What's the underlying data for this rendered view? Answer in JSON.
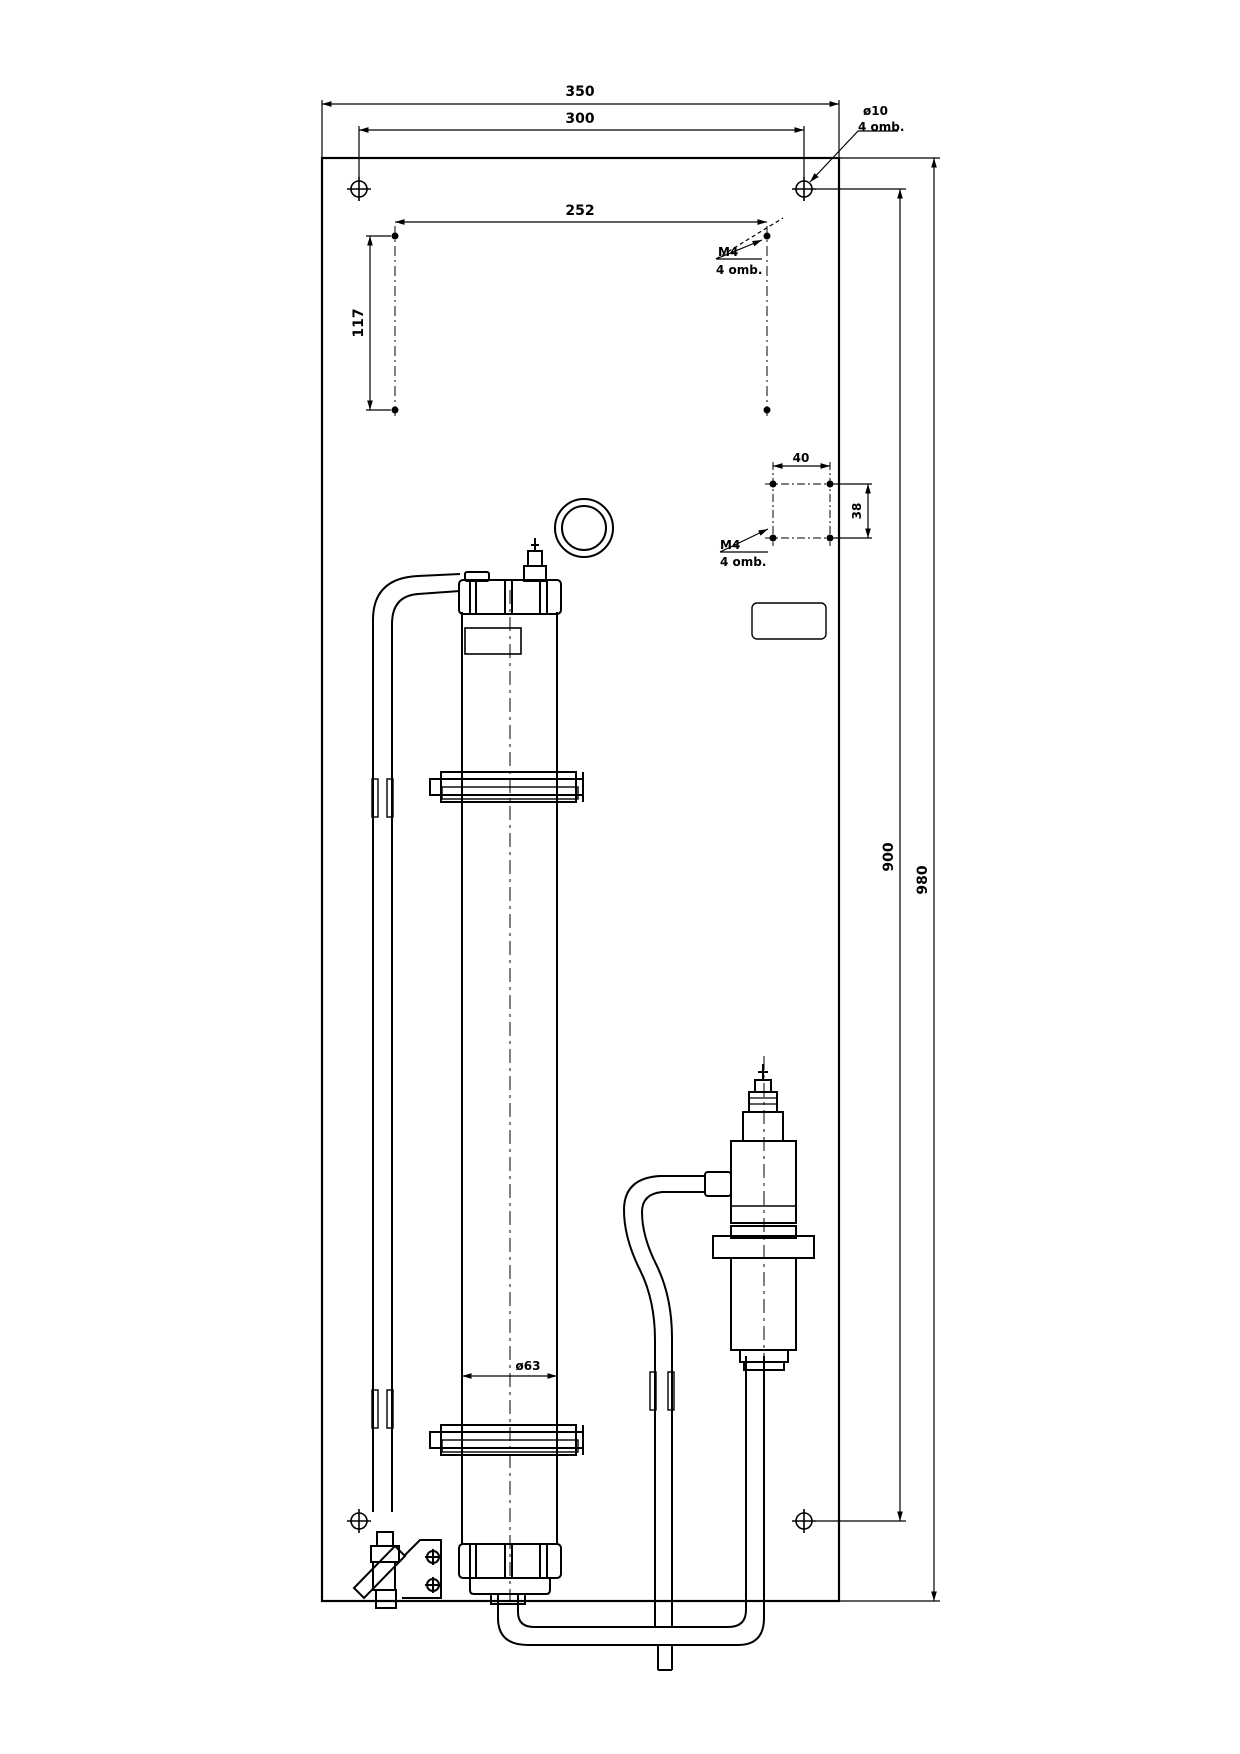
{
  "dimensions": {
    "panel_width": "350",
    "corner_hole_spacing_h": "300",
    "corner_hole_dia": "ø10",
    "corner_hole_qty": "4 omb.",
    "top_m4_spacing_h": "252",
    "top_m4_spacing_v": "117",
    "top_m4_label": "M4",
    "top_m4_qty": "4 omb.",
    "small_m4_spacing_h": "40",
    "small_m4_spacing_v": "38",
    "small_m4_label": "M4",
    "small_m4_qty": "4 omb.",
    "corner_hole_spacing_v": "900",
    "panel_height": "980",
    "column_dia": "ø63"
  }
}
